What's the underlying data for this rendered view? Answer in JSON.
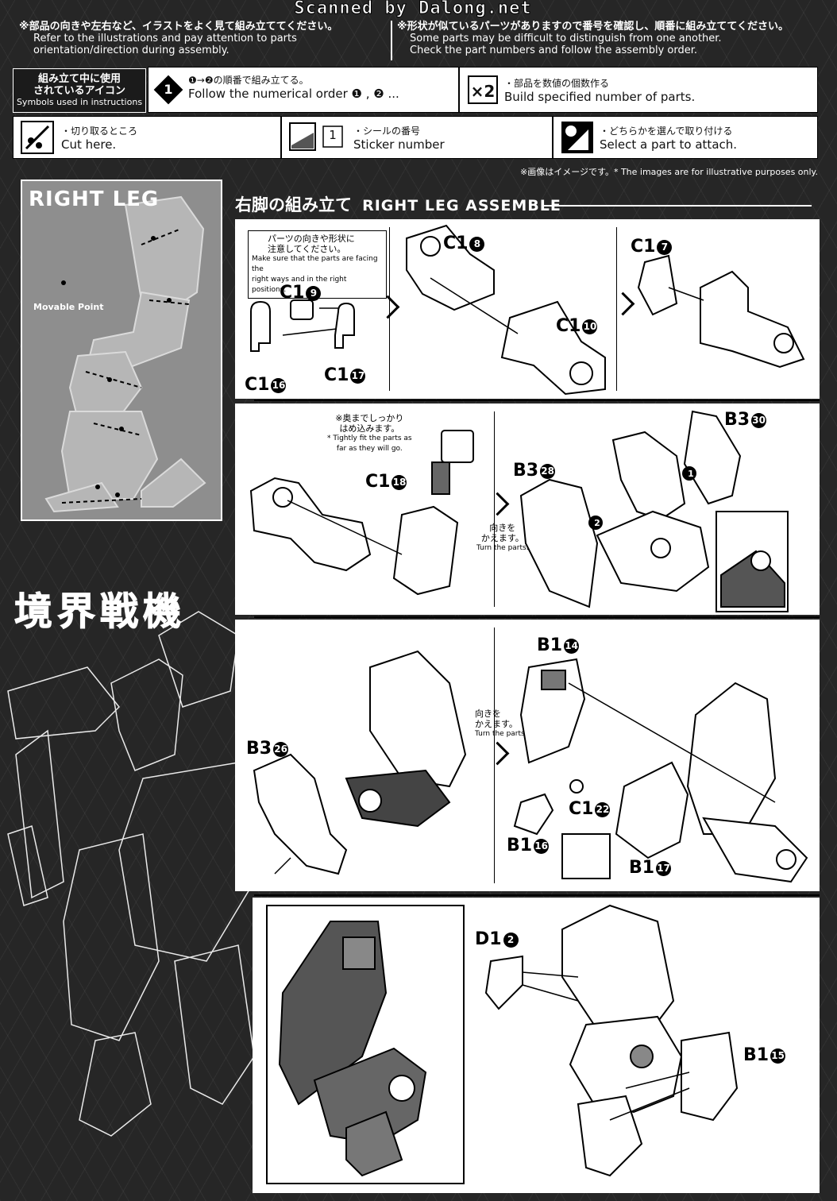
{
  "watermark": "Scanned by Dalong.net",
  "notices": {
    "left_jp": "※部品の向きや左右など、イラストをよく見て組み立ててください。",
    "left_en_1": "Refer to the illustrations and pay attention to parts",
    "left_en_2": "orientation/direction during assembly.",
    "right_jp": "※形状が似ているパーツがありますので番号を確認し、順番に組み立ててください。",
    "right_en_1": "Some parts may be difficult to distinguish from one another.",
    "right_en_2": "Check the part numbers and follow the assembly order."
  },
  "symbols": {
    "title_jp_1": "組み立て中に使用",
    "title_jp_2": "されているアイコン",
    "title_en": "Symbols used in instructions",
    "order_icon_num": "1",
    "order_jp": "❶→❷の順番で組み立てる。",
    "order_en": "Follow the numerical order ❶ , ❷ ...",
    "multiply_icon": "×2",
    "multiply_jp": "・部品を数値の個数作る",
    "multiply_en": "Build specified number of parts.",
    "cut_jp": "・切り取るところ",
    "cut_en": "Cut here.",
    "sticker_num": "1",
    "sticker_jp": "・シールの番号",
    "sticker_en": "Sticker number",
    "select_jp": "・どちらかを選んで取り付ける",
    "select_en": "Select a part to attach."
  },
  "illustration_note": "※画像はイメージです。* The images are for illustrative purposes only.",
  "leg_panel": {
    "title": "RIGHT LEG",
    "movable": "Movable Point"
  },
  "logo_text": "境界戦機",
  "section": {
    "title_jp": "右脚の組み立て",
    "title_en": "RIGHT LEG ASSEMBLE"
  },
  "step1": {
    "note_jp_1": "パーツの向きや形状に",
    "note_jp_2": "注意してください。",
    "note_en_1": "Make sure that the parts are facing the",
    "note_en_2": "right ways and in the right positions.",
    "parts": [
      {
        "letter": "C1",
        "num": "9"
      },
      {
        "letter": "C1",
        "num": "16"
      },
      {
        "letter": "C1",
        "num": "17"
      },
      {
        "letter": "C1",
        "num": "8"
      },
      {
        "letter": "C1",
        "num": "10"
      },
      {
        "letter": "C1",
        "num": "7"
      }
    ]
  },
  "step2": {
    "note_jp_1": "※奥までしっかり",
    "note_jp_2": "はめ込みます。",
    "note_en_1": "* Tightly fit the parts as",
    "note_en_2": "far as they will go.",
    "turn_jp_1": "向きを",
    "turn_jp_2": "かえます。",
    "turn_en": "Turn the parts.",
    "order_1": "1",
    "order_2": "2",
    "parts": [
      {
        "letter": "C1",
        "num": "18"
      },
      {
        "letter": "B3",
        "num": "28"
      },
      {
        "letter": "B3",
        "num": "30"
      }
    ]
  },
  "step3": {
    "turn_jp_1": "向きを",
    "turn_jp_2": "かえます。",
    "turn_en": "Turn the parts.",
    "parts": [
      {
        "letter": "B3",
        "num": "26"
      },
      {
        "letter": "B1",
        "num": "14"
      },
      {
        "letter": "C1",
        "num": "22"
      },
      {
        "letter": "B1",
        "num": "16"
      },
      {
        "letter": "B1",
        "num": "17"
      }
    ]
  },
  "step4": {
    "parts": [
      {
        "letter": "D1",
        "num": "2"
      },
      {
        "letter": "B1",
        "num": "15"
      }
    ]
  }
}
